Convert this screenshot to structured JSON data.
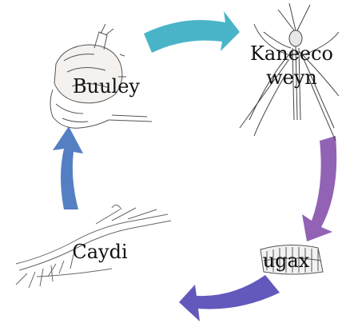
{
  "diagram": {
    "stages": [
      {
        "id": "pupa",
        "label": "Buuley"
      },
      {
        "id": "adult",
        "label": "Kaneeco weyn"
      },
      {
        "id": "egg",
        "label": "ugax"
      },
      {
        "id": "larva",
        "label": "Caydi"
      }
    ],
    "colors": {
      "arrow_pupa_to_adult": "#3fb0c4",
      "arrow_adult_to_egg": "#8c5ab0",
      "arrow_egg_to_larva": "#5b4fb8",
      "arrow_larva_to_pupa": "#4b78c0"
    }
  }
}
